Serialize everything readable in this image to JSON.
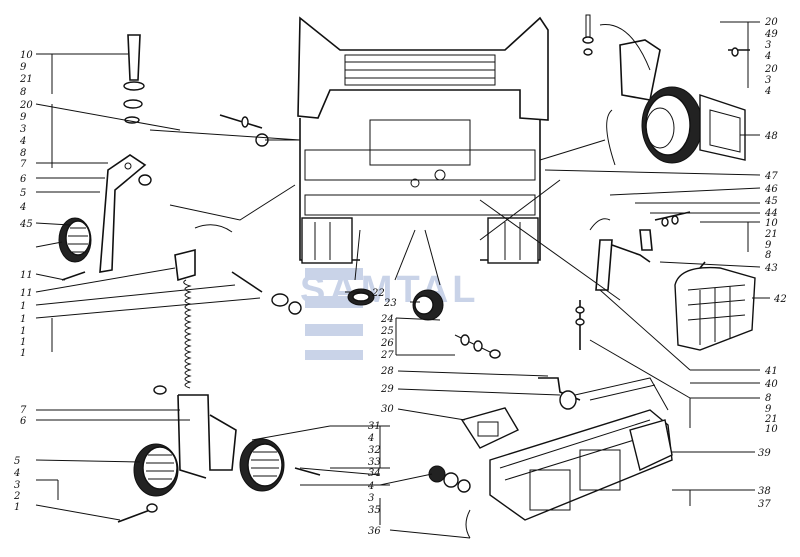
{
  "watermark": "SAMTAL",
  "callouts": {
    "left_top": [
      "10",
      "9",
      "21",
      "8",
      "20",
      "9",
      "3",
      "4",
      "8",
      "7",
      "6",
      "5",
      "4",
      "45"
    ],
    "left_mid": [
      "11",
      "11",
      "1",
      "1",
      "1",
      "1",
      "1"
    ],
    "left_low": [
      "7",
      "6"
    ],
    "left_bottom": [
      "5",
      "4",
      "3",
      "2",
      "1"
    ],
    "center": [
      "22",
      "23",
      "24",
      "25",
      "26",
      "27",
      "28",
      "29",
      "30",
      "31",
      "4",
      "32",
      "33",
      "34",
      "4",
      "3",
      "35",
      "36"
    ],
    "right_top": [
      "20",
      "49",
      "3",
      "4",
      "20",
      "3",
      "4",
      "48"
    ],
    "right_mid": [
      "47",
      "46",
      "45",
      "44",
      "10",
      "21",
      "9",
      "8",
      "43",
      "42"
    ],
    "right_low": [
      "41",
      "40",
      "8",
      "9",
      "21",
      "10",
      "39",
      "38",
      "37"
    ]
  },
  "colors": {
    "watermark": "#c9d3e8",
    "ink": "#111111"
  }
}
